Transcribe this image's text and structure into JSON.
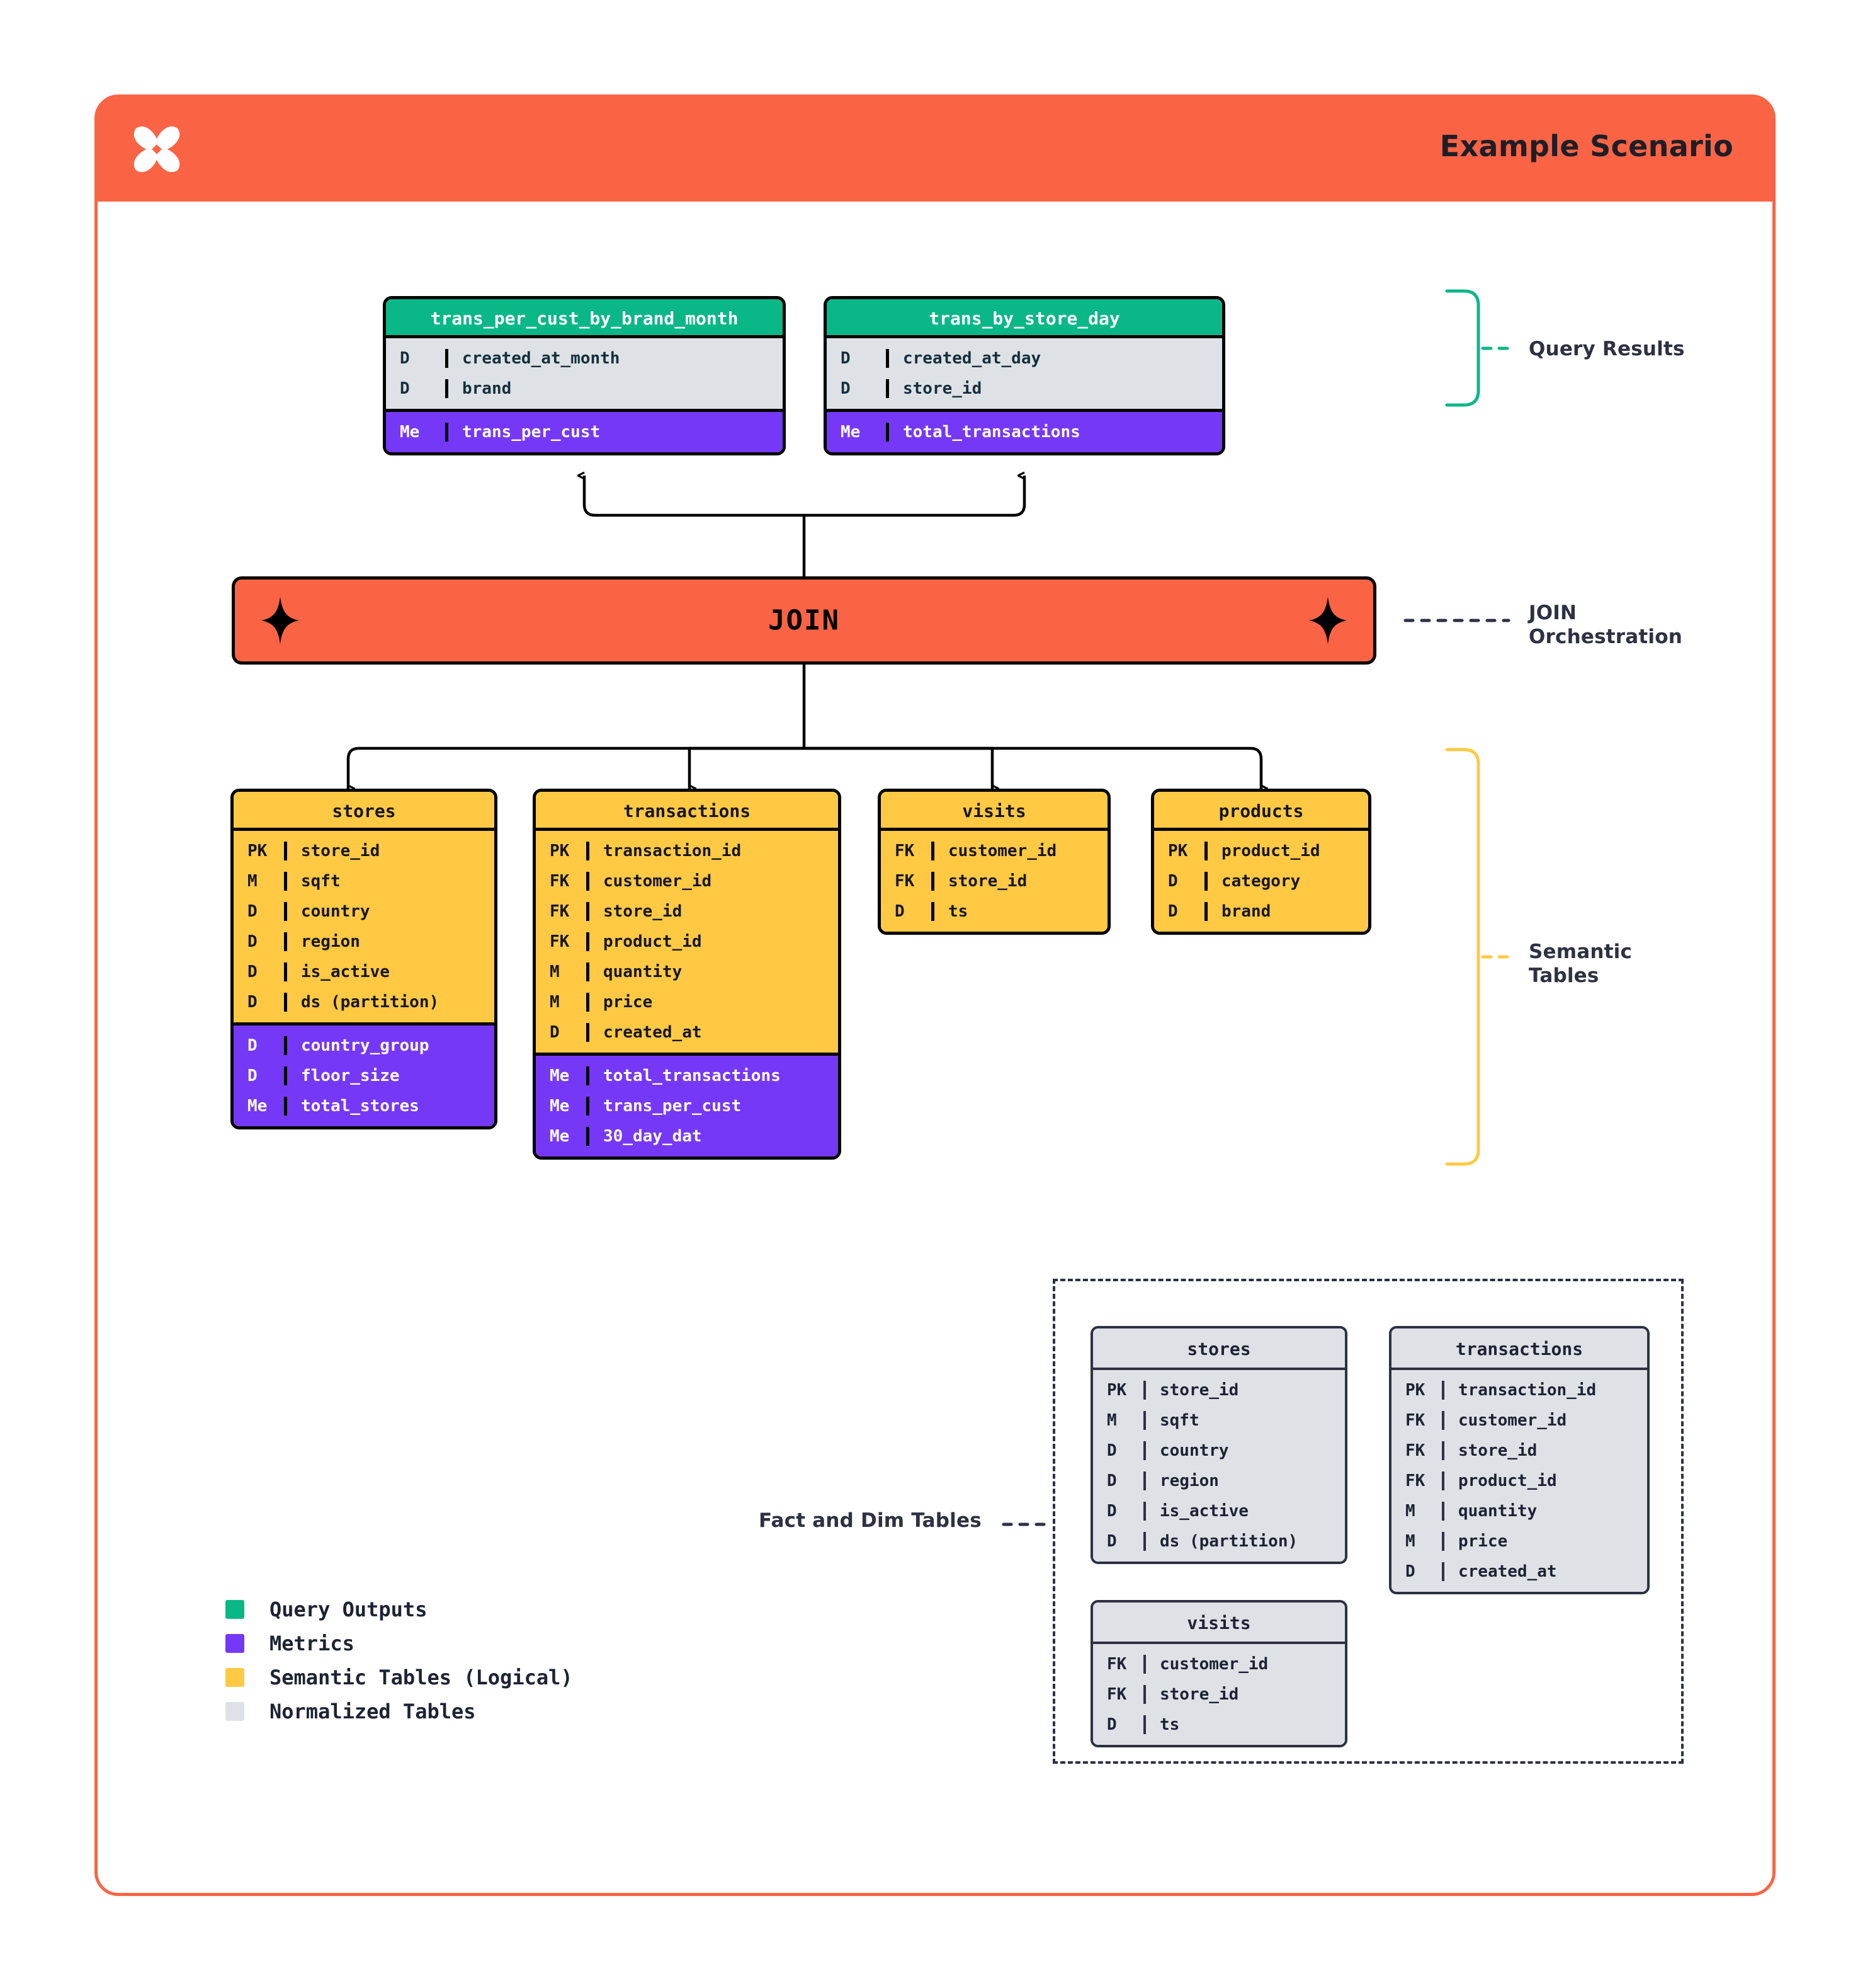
{
  "header": {
    "title": "Example Scenario",
    "logo_icon": "butterfly-x-logo-icon",
    "bg_color": "#fa6444"
  },
  "colors": {
    "query_outputs": "#0ab787",
    "metrics": "#7638f7",
    "semantic_tables": "#ffc943",
    "normalized_tables": "#dee1e5",
    "accent": "#fa6444",
    "ink": "#2d3142"
  },
  "join": {
    "label": "JOIN",
    "left_icon": "sparkle-icon",
    "right_icon": "sparkle-icon"
  },
  "query_results": [
    {
      "name": "trans_per_cust_by_brand_month",
      "base_rows": [
        {
          "key": "D",
          "col": "created_at_month"
        },
        {
          "key": "D",
          "col": "brand"
        }
      ],
      "metric_rows": [
        {
          "key": "Me",
          "col": "trans_per_cust"
        }
      ]
    },
    {
      "name": "trans_by_store_day",
      "base_rows": [
        {
          "key": "D",
          "col": "created_at_day"
        },
        {
          "key": "D",
          "col": "store_id"
        }
      ],
      "metric_rows": [
        {
          "key": "Me",
          "col": "total_transactions"
        }
      ]
    }
  ],
  "semantic_tables": [
    {
      "name": "stores",
      "base_rows": [
        {
          "key": "PK",
          "col": "store_id"
        },
        {
          "key": "M",
          "col": "sqft"
        },
        {
          "key": "D",
          "col": "country"
        },
        {
          "key": "D",
          "col": "region"
        },
        {
          "key": "D",
          "col": "is_active"
        },
        {
          "key": "D",
          "col": "ds (partition)"
        }
      ],
      "metric_rows": [
        {
          "key": "D",
          "col": "country_group"
        },
        {
          "key": "D",
          "col": "floor_size"
        },
        {
          "key": "Me",
          "col": "total_stores"
        }
      ]
    },
    {
      "name": "transactions",
      "base_rows": [
        {
          "key": "PK",
          "col": "transaction_id"
        },
        {
          "key": "FK",
          "col": "customer_id"
        },
        {
          "key": "FK",
          "col": "store_id"
        },
        {
          "key": "FK",
          "col": "product_id"
        },
        {
          "key": "M",
          "col": "quantity"
        },
        {
          "key": "M",
          "col": "price"
        },
        {
          "key": "D",
          "col": "created_at"
        }
      ],
      "metric_rows": [
        {
          "key": "Me",
          "col": "total_transactions"
        },
        {
          "key": "Me",
          "col": "trans_per_cust"
        },
        {
          "key": "Me",
          "col": "30_day_dat"
        }
      ]
    },
    {
      "name": "visits",
      "base_rows": [
        {
          "key": "FK",
          "col": "customer_id"
        },
        {
          "key": "FK",
          "col": "store_id"
        },
        {
          "key": "D",
          "col": "ts"
        }
      ],
      "metric_rows": []
    },
    {
      "name": "products",
      "base_rows": [
        {
          "key": "PK",
          "col": "product_id"
        },
        {
          "key": "D",
          "col": "category"
        },
        {
          "key": "D",
          "col": "brand"
        }
      ],
      "metric_rows": []
    }
  ],
  "normalized_tables": [
    {
      "name": "stores",
      "base_rows": [
        {
          "key": "PK",
          "col": "store_id"
        },
        {
          "key": "M",
          "col": "sqft"
        },
        {
          "key": "D",
          "col": "country"
        },
        {
          "key": "D",
          "col": "region"
        },
        {
          "key": "D",
          "col": "is_active"
        },
        {
          "key": "D",
          "col": "ds (partition)"
        }
      ]
    },
    {
      "name": "transactions",
      "base_rows": [
        {
          "key": "PK",
          "col": "transaction_id"
        },
        {
          "key": "FK",
          "col": "customer_id"
        },
        {
          "key": "FK",
          "col": "store_id"
        },
        {
          "key": "FK",
          "col": "product_id"
        },
        {
          "key": "M",
          "col": "quantity"
        },
        {
          "key": "M",
          "col": "price"
        },
        {
          "key": "D",
          "col": "created_at"
        }
      ]
    },
    {
      "name": "visits",
      "base_rows": [
        {
          "key": "FK",
          "col": "customer_id"
        },
        {
          "key": "FK",
          "col": "store_id"
        },
        {
          "key": "D",
          "col": "ts"
        }
      ]
    }
  ],
  "annotations": {
    "query_results": "Query Results",
    "join_orchestration_line1": "JOIN",
    "join_orchestration_line2": "Orchestration",
    "semantic_tables_line1": "Semantic",
    "semantic_tables_line2": "Tables",
    "fact_and_dim_tables": "Fact and Dim Tables"
  },
  "legend": [
    {
      "color": "#0ab787",
      "label": "Query Outputs"
    },
    {
      "color": "#7638f7",
      "label": "Metrics"
    },
    {
      "color": "#ffc943",
      "label": "Semantic Tables (Logical)"
    },
    {
      "color": "#dee1e5",
      "label": "Normalized Tables"
    }
  ]
}
